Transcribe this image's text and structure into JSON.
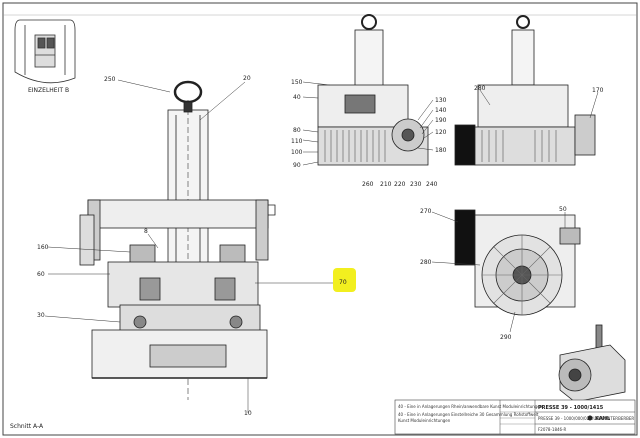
{
  "drawing": {
    "detail_label": "EINZELHEIT B",
    "section_label": "Schnitt A-A",
    "highlight_color": "#f2ef1f",
    "line_color": "#222222",
    "left_labels": [
      "250",
      "20",
      "160",
      "8",
      "60",
      "30",
      "10"
    ],
    "highlighted_label": "70",
    "top_view_labels": [
      "150",
      "40",
      "80",
      "110",
      "100",
      "90",
      "260",
      "210",
      "220",
      "230",
      "240",
      "130",
      "140",
      "190",
      "120",
      "180",
      "280",
      "170"
    ],
    "front_view_labels": [
      "270",
      "50",
      "280",
      "290"
    ],
    "title_block": {
      "title": "PRESSE 39 - 1000/1415",
      "subtitle": "PRESSE 39 - 1000/000/02 RUMPFUNTERBERBER",
      "brand": "KAHL",
      "number": "F2078-1846-R",
      "notes": [
        "40 - Eine in Anlagerungen Rhein/anwendbare Kunst Moduleinrichtungen",
        "40 - Eine in Anlagerungen Einstellreiche 30 Gesammlung Rohstoffwelt",
        "Kunst Moduleinrichtungen"
      ]
    }
  }
}
